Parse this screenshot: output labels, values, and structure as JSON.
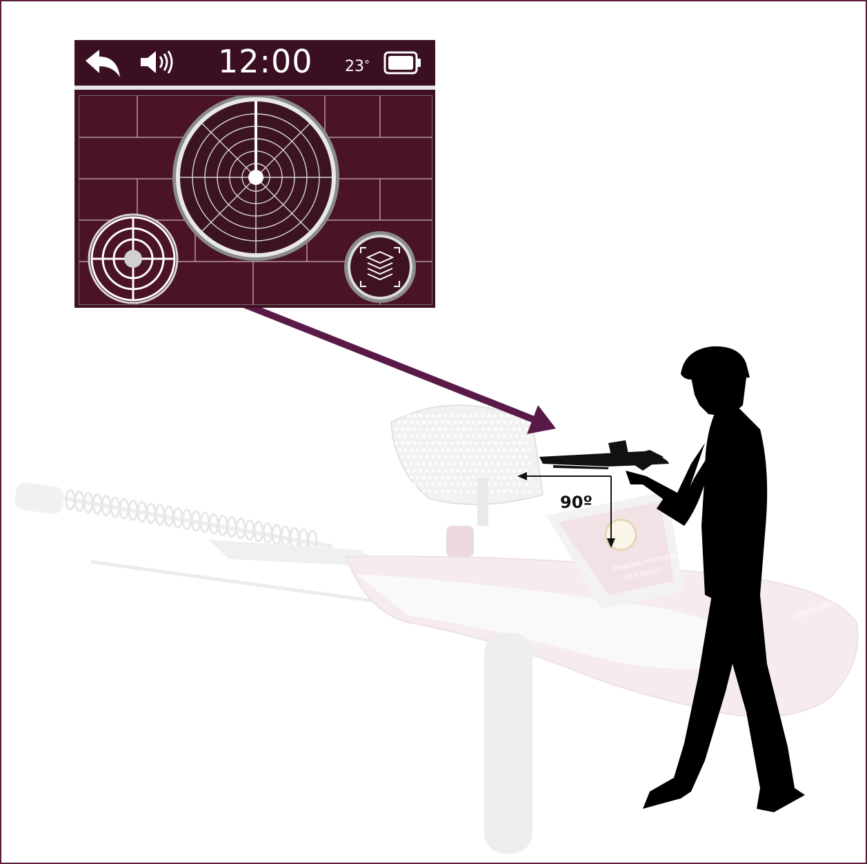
{
  "device_screen": {
    "status_bar": {
      "back_icon": "back-arrow-icon",
      "speaker_icon": "speaker-icon",
      "clock": "12:00",
      "temperature": "23",
      "temperature_unit": "°",
      "battery_icon": "battery-icon"
    },
    "main_view": {
      "radar_icon": "radar-icon",
      "target_icon": "target-icon",
      "layers_icon": "layers-icon"
    }
  },
  "scene": {
    "angle_label": "90º",
    "device_text": {
      "screen_logo": "GER DETECT",
      "screen_line1": "DIAMOND HUNTER SMART",
      "screen_line2": "GER DETECT",
      "body_brand": "GER DETECT"
    }
  },
  "colors": {
    "frame": "#5a1a3c",
    "screen_bg": "#3f1023",
    "pointer_arrow": "#5a1a48",
    "silhouette": "#000000"
  }
}
